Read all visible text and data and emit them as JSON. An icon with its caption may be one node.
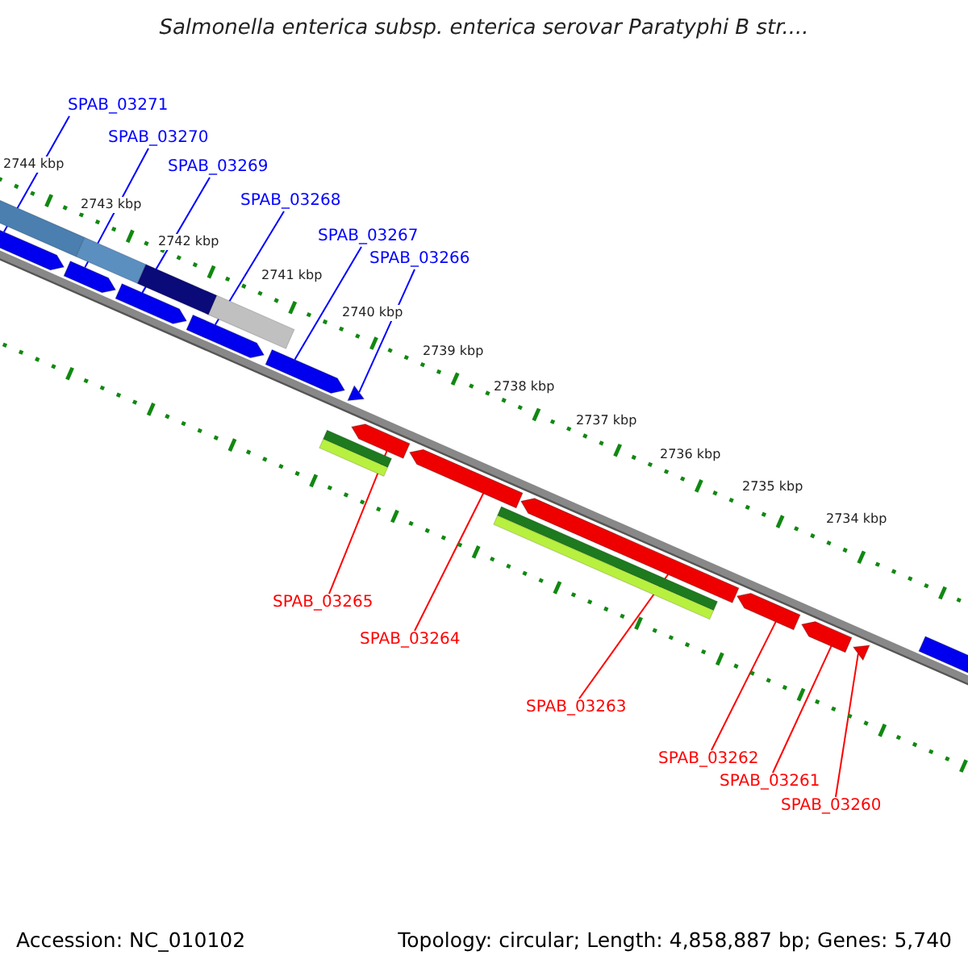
{
  "diagram": {
    "title": "Salmonella enterica subsp. enterica serovar Paratyphi B str....",
    "nodes": [
      {
        "text": [
          "SPAB_03271"
        ]
      },
      {
        "text": [
          "SPAB_03270"
        ]
      },
      {
        "text": [
          "SPAB_03269"
        ]
      },
      {
        "text": [
          "SPAB_03268"
        ]
      },
      {
        "text": [
          "SPAB_03267"
        ]
      },
      {
        "text": [
          "SPAB_03266"
        ]
      },
      {
        "text": [
          "SPAB_03265"
        ]
      },
      {
        "text": [
          "SPAB_03264"
        ]
      },
      {
        "text": [
          "SPAB_03263"
        ]
      },
      {
        "text": [
          "SPAB_03262"
        ]
      },
      {
        "text": [
          "SPAB_03261"
        ]
      },
      {
        "text": [
          "SPAB_03260"
        ]
      },
      {
        "text": [],
        "shape": "pentagon"
      },
      {
        "text": [],
        "shape": "pentagon"
      },
      {
        "text": [],
        "shape": "pentagon"
      },
      {
        "text": [],
        "shape": "pentagon"
      },
      {
        "text": [],
        "shape": "pentagon"
      },
      {
        "text": [],
        "shape": "triangle"
      },
      {
        "text": [],
        "shape": "pentagon"
      },
      {
        "text": [],
        "shape": "pentagon"
      },
      {
        "text": [],
        "shape": "pentagon"
      },
      {
        "text": [],
        "shape": "pentagon"
      },
      {
        "text": [],
        "shape": "pentagon"
      },
      {
        "text": [],
        "shape": "pentagon"
      },
      {
        "text": [],
        "shape": "triangle"
      }
    ],
    "edges": [
      {
        "from": 0,
        "to": 12,
        "arrow": "none"
      },
      {
        "from": 1,
        "to": 13,
        "arrow": "none"
      },
      {
        "from": 2,
        "to": 14,
        "arrow": "none"
      },
      {
        "from": 3,
        "to": 15,
        "arrow": "none"
      },
      {
        "from": 4,
        "to": 16,
        "arrow": "none"
      },
      {
        "from": 5,
        "to": 17,
        "arrow": "none"
      },
      {
        "from": 6,
        "to": 19,
        "arrow": "none",
        "color": "#ff0000"
      },
      {
        "from": 7,
        "to": 20,
        "arrow": "none",
        "color": "#ff0000"
      },
      {
        "from": 8,
        "to": 21,
        "arrow": "none",
        "color": "#ff0000"
      },
      {
        "from": 9,
        "to": 22,
        "arrow": "none",
        "color": "#ff0000"
      },
      {
        "from": 10,
        "to": 23,
        "arrow": "none",
        "color": "#ff0000"
      },
      {
        "from": 11,
        "to": 24,
        "arrow": "none",
        "color": "#ff0000"
      }
    ],
    "labels": [
      "2744 kbp",
      "2743 kbp",
      "2742 kbp",
      "2741 kbp",
      "2740 kbp",
      "2739 kbp",
      "2738 kbp",
      "2737 kbp",
      "2736 kbp",
      "2735 kbp",
      "2734 kbp",
      "Accession: NC_010102",
      "Topology: circular; Length: 4,858,887 bp; Genes: 5,740"
    ]
  }
}
